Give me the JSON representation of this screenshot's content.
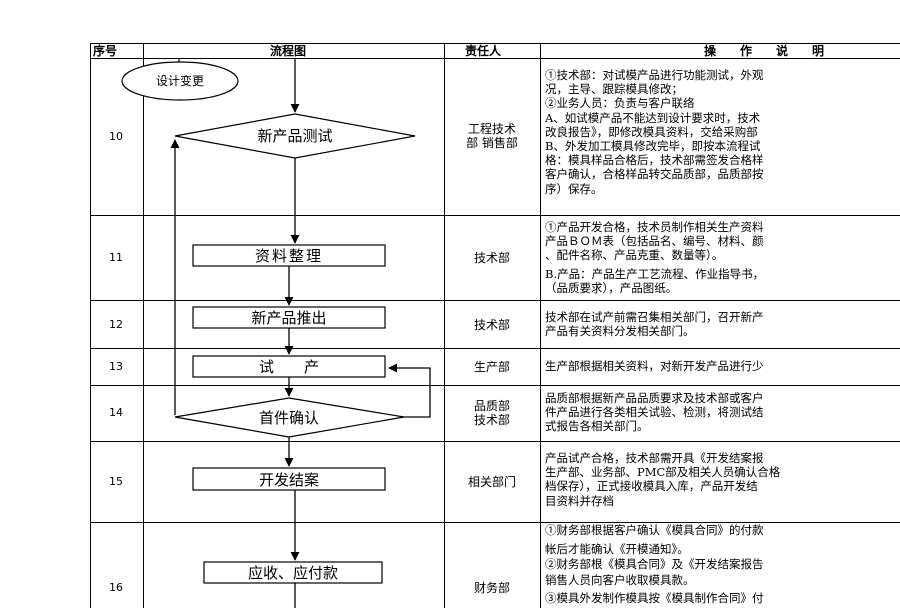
{
  "header": {
    "seq": "序号",
    "flow": "流程图",
    "responsible": "责任人",
    "description": "操　　作　　说　　明"
  },
  "flow": {
    "design_change": "设计变更",
    "new_product_test": "新产品测试",
    "data_organize": "资料整理",
    "new_product_launch": "新产品推出",
    "trial_production": "试　　产",
    "first_piece_confirm": "首件确认",
    "dev_closure": "开发结案",
    "receivable_payable": "应收、应付款"
  },
  "rows": [
    {
      "seq": "10",
      "responsible": [
        "工程技术",
        "部 销售部"
      ],
      "desc": [
        "①技术部：对试模产品进行功能测试，外观",
        "况，主导、跟踪模具修改；",
        "②业务人员：负责与客户联络",
        "A、如试模产品不能达到设计要求时，技术",
        "改良报告》，即修改模具资料，交给采购部",
        "B、外发加工模具修改完毕，即按本流程试",
        "格：模具样品合格后，技术部需签发合格样",
        "客户确认，合格样品转交品质部，品质部按",
        "序）保存。"
      ]
    },
    {
      "seq": "11",
      "responsible": [
        "技术部"
      ],
      "desc": [
        "①产品开发合格，技术员制作相关生产资料",
        "产品ＢＯＭ表（包括品名、编号、材料、颜",
        "、配件名称、产品克重、数量等）。",
        "B.产品：产品生产工艺流程、作业指导书，",
        "（品质要求），产品图纸。"
      ]
    },
    {
      "seq": "12",
      "responsible": [
        "技术部"
      ],
      "desc": [
        "技术部在试产前需召集相关部门，召开新产",
        "产品有关资料分发相关部门。"
      ]
    },
    {
      "seq": "13",
      "responsible": [
        "生产部"
      ],
      "desc": [
        "生产部根据相关资料，对新开发产品进行少"
      ]
    },
    {
      "seq": "14",
      "responsible": [
        "品质部",
        "技术部"
      ],
      "desc": [
        "品质部根据新产品品质要求及技术部或客户",
        "件产品进行各类相关试验、检测，将测试结",
        "式报告各相关部门。"
      ]
    },
    {
      "seq": "15",
      "responsible": [
        "相关部门"
      ],
      "desc": [
        "产品试产合格，技术部需开具《开发结案报",
        "生产部、业务部、PMC部及相关人员确认合格",
        "档保存），正式接收模具入库，产品开发结",
        "目资料并存档"
      ]
    },
    {
      "seq": "16",
      "responsible": [
        "财务部"
      ],
      "desc": [
        "①财务部根据客户确认《模具合同》的付款",
        "帐后才能确认《开模通知》。",
        "②财务部根《模具合同》及《开发结案报告",
        "销售人员向客户收取模具款。",
        "③模具外发制作模具按《模具制作合同》付"
      ]
    }
  ]
}
